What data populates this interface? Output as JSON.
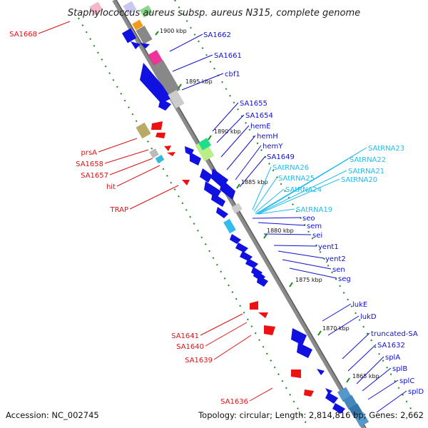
{
  "title": "Staphylococcus aureus subsp. aureus N315, complete genome",
  "footer": {
    "accession": "Accession: NC_002745",
    "topology": "Topology: circular; Length: 2,814,816 bp; Genes: 2,662"
  },
  "colors": {
    "backbone": "#8a8a8a",
    "forward_gene": "#1010e0",
    "reverse_gene": "#ee1111",
    "tick": "#1a8a1a",
    "gene_label": "#1010d0",
    "reverse_label": "#dd1111",
    "rna_label": "#22bbee"
  },
  "scale": {
    "unit": "kbp",
    "ticks": [
      {
        "label": "1900 kbp"
      },
      {
        "label": "1895 kbp"
      },
      {
        "label": "1890 kbp"
      },
      {
        "label": "1885 kbp"
      },
      {
        "label": "1880 kbp"
      },
      {
        "label": "1875 kbp"
      },
      {
        "label": "1870 kbp"
      },
      {
        "label": "1865 kbp"
      }
    ]
  },
  "forward_labels": [
    {
      "text": "SA1662",
      "strand": "forward"
    },
    {
      "text": "SA1661",
      "strand": "forward"
    },
    {
      "text": "cbf1",
      "strand": "forward"
    },
    {
      "text": "SA1655",
      "strand": "forward"
    },
    {
      "text": "SA1654",
      "strand": "forward"
    },
    {
      "text": "hemE",
      "strand": "forward"
    },
    {
      "text": "hemH",
      "strand": "forward"
    },
    {
      "text": "hemY",
      "strand": "forward"
    },
    {
      "text": "SA1649",
      "strand": "forward"
    },
    {
      "text": "seo",
      "strand": "forward"
    },
    {
      "text": "sem",
      "strand": "forward"
    },
    {
      "text": "sei",
      "strand": "forward"
    },
    {
      "text": "yent1",
      "strand": "forward"
    },
    {
      "text": "yent2",
      "strand": "forward"
    },
    {
      "text": "sen",
      "strand": "forward"
    },
    {
      "text": "seg",
      "strand": "forward"
    },
    {
      "text": "lukE",
      "strand": "forward"
    },
    {
      "text": "lukD",
      "strand": "forward"
    },
    {
      "text": "truncated-SA",
      "strand": "forward"
    },
    {
      "text": "SA1632",
      "strand": "forward"
    },
    {
      "text": "splA",
      "strand": "forward"
    },
    {
      "text": "splB",
      "strand": "forward"
    },
    {
      "text": "splC",
      "strand": "forward"
    },
    {
      "text": "splD",
      "strand": "forward"
    }
  ],
  "rna_labels": [
    {
      "text": "SAtRNA23"
    },
    {
      "text": "SAtRNA22"
    },
    {
      "text": "SAtRNA21"
    },
    {
      "text": "SAtRNA26"
    },
    {
      "text": "SAtRNA20"
    },
    {
      "text": "SAtRNA25"
    },
    {
      "text": "SAtRNA24"
    },
    {
      "text": "SAtRNA19"
    }
  ],
  "reverse_labels": [
    {
      "text": "SA1668",
      "strand": "reverse"
    },
    {
      "text": "prsA",
      "strand": "reverse"
    },
    {
      "text": "SA1658",
      "strand": "reverse"
    },
    {
      "text": "SA1657",
      "strand": "reverse"
    },
    {
      "text": "hit",
      "strand": "reverse"
    },
    {
      "text": "TRAP",
      "strand": "reverse"
    },
    {
      "text": "SA1641",
      "strand": "reverse"
    },
    {
      "text": "SA1640",
      "strand": "reverse"
    },
    {
      "text": "SA1639",
      "strand": "reverse"
    },
    {
      "text": "SA1636",
      "strand": "reverse"
    }
  ]
}
